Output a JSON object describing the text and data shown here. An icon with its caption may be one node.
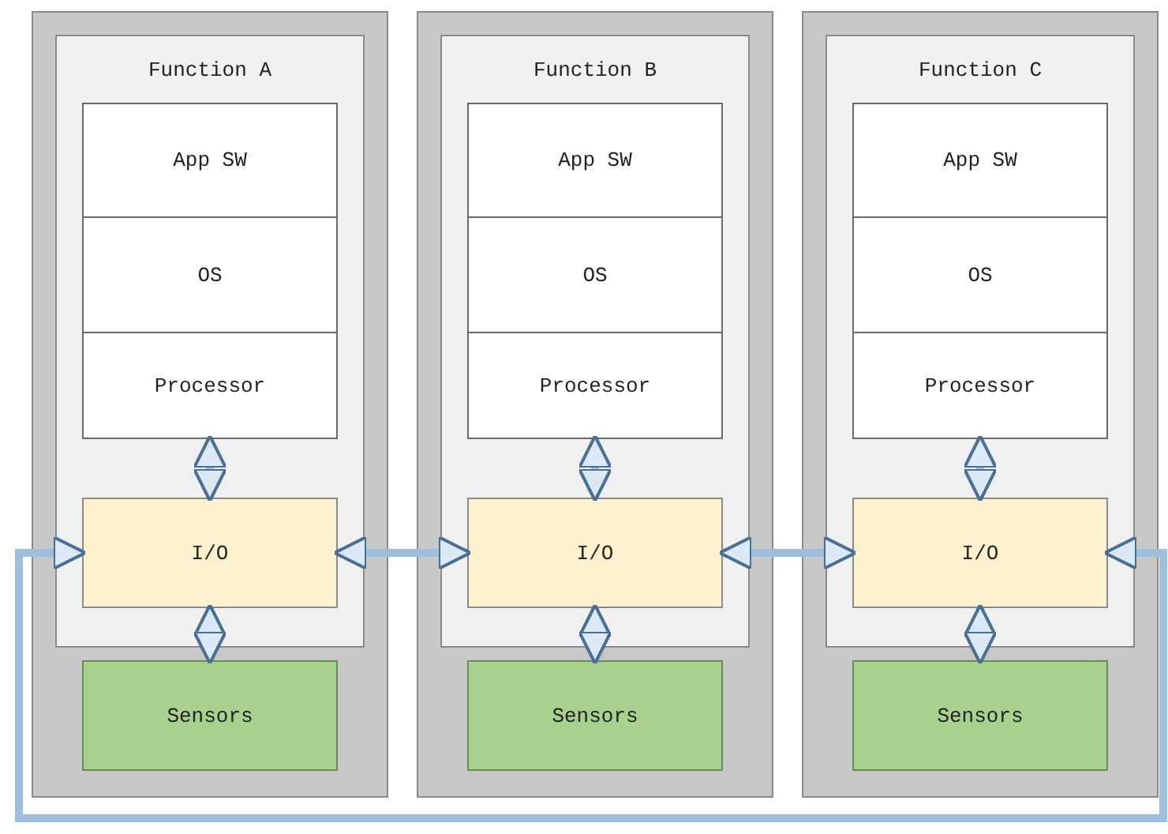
{
  "diagram": {
    "nodes": [
      {
        "text": [],
        "shape": "box"
      },
      {
        "text": [
          "Function A"
        ],
        "in": 0
      },
      {
        "text": [
          "App SW"
        ],
        "in": 1
      },
      {
        "text": [
          "OS"
        ],
        "in": 1
      },
      {
        "text": [
          "Processor"
        ],
        "in": 1
      },
      {
        "text": [
          "I/O"
        ],
        "in": 1
      },
      {
        "text": [
          "Sensors"
        ],
        "in": 0
      },
      {
        "text": [],
        "shape": "box"
      },
      {
        "text": [
          "Function B"
        ],
        "in": 7
      },
      {
        "text": [
          "App SW"
        ],
        "in": 8
      },
      {
        "text": [
          "OS"
        ],
        "in": 8
      },
      {
        "text": [
          "Processor"
        ],
        "in": 8
      },
      {
        "text": [
          "I/O"
        ],
        "in": 8
      },
      {
        "text": [
          "Sensors"
        ],
        "in": 7
      },
      {
        "text": [],
        "shape": "box"
      },
      {
        "text": [
          "Function C"
        ],
        "in": 14
      },
      {
        "text": [
          "App SW"
        ],
        "in": 15
      },
      {
        "text": [
          "OS"
        ],
        "in": 15
      },
      {
        "text": [
          "Processor"
        ],
        "in": 15
      },
      {
        "text": [
          "I/O"
        ],
        "in": 15
      },
      {
        "text": [
          "Sensors"
        ],
        "in": 14
      }
    ],
    "edges": [
      {
        "from": 4,
        "to": 5,
        "arrow": "both"
      },
      {
        "from": 5,
        "to": 6,
        "arrow": "both"
      },
      {
        "from": 11,
        "to": 12,
        "arrow": "both"
      },
      {
        "from": 12,
        "to": 13,
        "arrow": "both"
      },
      {
        "from": 18,
        "to": 19,
        "arrow": "both"
      },
      {
        "from": 19,
        "to": 20,
        "arrow": "both"
      },
      {
        "from": 5,
        "to": 12,
        "arrow": "both"
      },
      {
        "from": 12,
        "to": 19,
        "arrow": "both"
      },
      {
        "from": 19,
        "to": 5,
        "arrow": "both"
      }
    ]
  }
}
